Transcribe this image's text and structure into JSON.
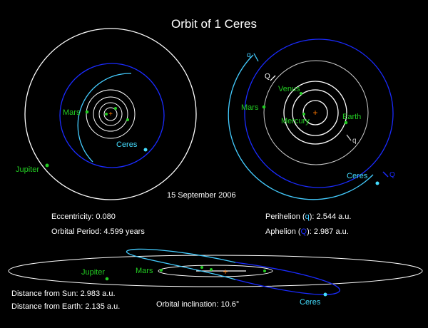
{
  "title": "Orbit of 1 Ceres",
  "date": "15 September 2006",
  "eccentricity_label": "Eccentricity: 0.080",
  "period_label": "Orbital Period: 4.599 years",
  "perihelion": {
    "prefix": "Perihelion (",
    "symbol": "q",
    "suffix": "): 2.544 a.u."
  },
  "aphelion": {
    "prefix": "Aphelion (",
    "symbol": "Q",
    "suffix": "): 2.987 a.u."
  },
  "distance_sun": "Distance from Sun: 2.983 a.u.",
  "distance_earth": "Distance from Earth: 2.135 a.u.",
  "inclination": "Orbital inclination: 10.6°",
  "labels": {
    "left": {
      "mars": "Mars",
      "jupiter": "Jupiter",
      "ceres": "Ceres"
    },
    "right": {
      "mars": "Mars",
      "venus": "Venus",
      "mercury": "Mercury",
      "earth": "Earth",
      "ceres": "Ceres",
      "q_outer": "q",
      "Q_inner": "Q",
      "q_inner": "q",
      "Q_outer": "Q"
    },
    "bottom": {
      "jupiter": "Jupiter",
      "mars": "Mars",
      "ceres": "Ceres"
    }
  },
  "colors": {
    "background": "#000000",
    "text": "#ffffff",
    "planet": "#22cc22",
    "ceres": "#44ddff",
    "ceres_orbit_near": "#44ccff",
    "ceres_orbit_far": "#1a2bff",
    "planet_orbit": "#ffffff",
    "outer_orbit": "#cccccc",
    "sun": "#ff7700"
  }
}
